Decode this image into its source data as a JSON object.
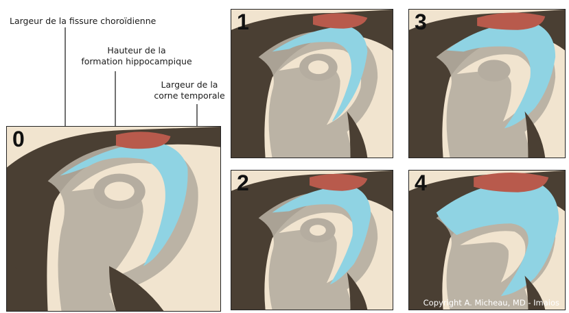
{
  "labels": {
    "choroid_fissure_width": "Largeur de la fissure choroïdienne",
    "hippocampal_height_line1": "Hauteur de la",
    "hippocampal_height_line2": "formation hippocampique",
    "temporal_horn_width_line1": "Largeur de la",
    "temporal_horn_width_line2": "corne temporale"
  },
  "stages": [
    {
      "number": "0"
    },
    {
      "number": "1"
    },
    {
      "number": "3"
    },
    {
      "number": "2"
    },
    {
      "number": "4"
    }
  ],
  "copyright": "Copyright A. Micheau, MD - Imaios",
  "colors": {
    "background_tissue": "#f1e4cf",
    "gray_matter": "#b5ada0",
    "dark_region": "#4a3f33",
    "ventricle": "#8fd3e3",
    "choroid_plexus": "#b85a4c"
  }
}
